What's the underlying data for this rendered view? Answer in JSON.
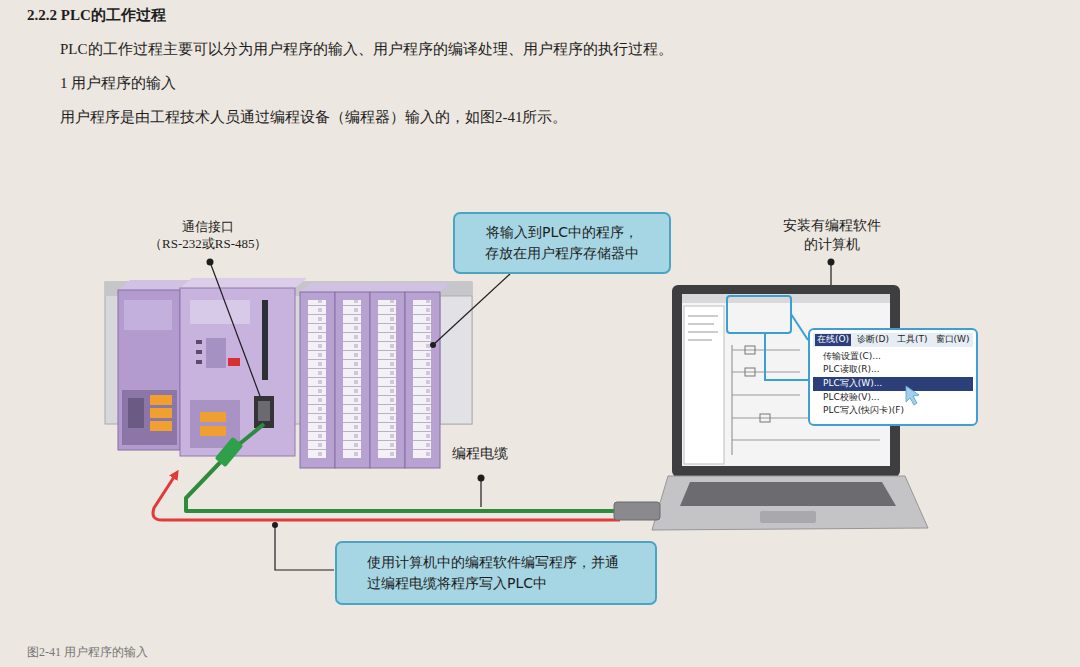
{
  "diagram": {
    "title": "2.2.2 PLC的工作过程",
    "caption": "图2-41 用户程序的输入",
    "nodes": [
      {
        "text": [
          "将输入到PLC中的程序， 存放在用户程序存储器中"
        ]
      },
      {
        "text": [
          "在线(O)",
          "诊断(D)",
          "工具(T)",
          "窗口(W)",
          "传输设置(C)...",
          "PLC读取(R)...",
          "PLC写入(W)...",
          "PLC校验(V)...",
          "PLC写入(快闪卡)(F)"
        ]
      },
      {
        "text": [
          "使用计算机中的编程软件编写程序，并通 过编程电缆将程序写入PLC中"
        ]
      }
    ],
    "labels": [
      "PLC的工作过程主要可以分为用户程序的输入、用户程序的编译处理、用户程序的执行过程。",
      "1 用户程序的输入",
      "用户程序是由工程技术人员通过编程设备（编程器）输入的，如图2-41所示。",
      "通信接口",
      "（RS-232或RS-485）",
      "安装有编程软件 的计算机",
      "编程电缆"
    ]
  }
}
